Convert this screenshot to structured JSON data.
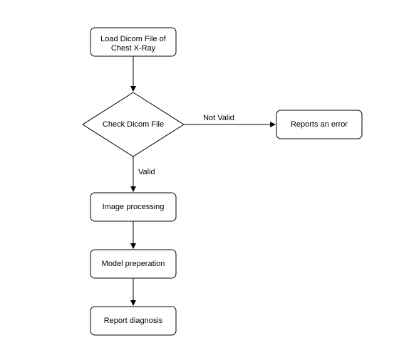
{
  "diagram": {
    "nodes": {
      "load": {
        "line1": "Load Dicom File of",
        "line2": "Chest X-Ray"
      },
      "check": {
        "label": "Check Dicom File"
      },
      "error": {
        "label": "Reports an error"
      },
      "image": {
        "label": "Image processing"
      },
      "model": {
        "label": "Model preperation"
      },
      "report": {
        "label": "Report diagnosis"
      }
    },
    "edges": {
      "not_valid": {
        "label": "Not Valid"
      },
      "valid": {
        "label": "Valid"
      }
    }
  }
}
